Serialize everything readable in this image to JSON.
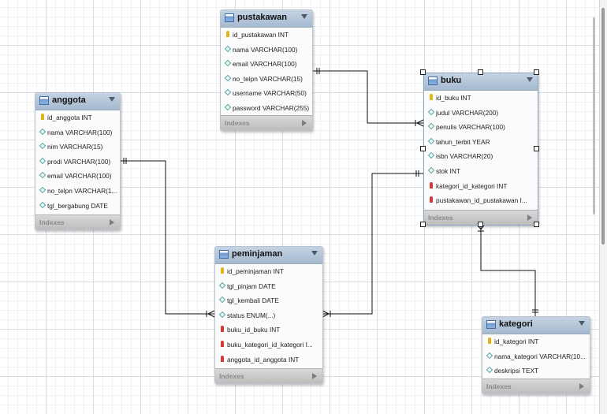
{
  "tables": {
    "pustakawan": {
      "name": "pustakawan",
      "columns": [
        {
          "kind": "pk",
          "text": "id_pustakawan INT"
        },
        {
          "kind": "attr",
          "text": "nama VARCHAR(100)"
        },
        {
          "kind": "attr",
          "text": "email VARCHAR(100)"
        },
        {
          "kind": "attr",
          "text": "no_telpn VARCHAR(15)"
        },
        {
          "kind": "attr",
          "text": "username VARCHAR(50)"
        },
        {
          "kind": "attr",
          "text": "password VARCHAR(255)"
        }
      ],
      "footer": "Indexes"
    },
    "anggota": {
      "name": "anggota",
      "columns": [
        {
          "kind": "pk",
          "text": "id_anggota INT"
        },
        {
          "kind": "attr",
          "text": "nama VARCHAR(100)"
        },
        {
          "kind": "attr",
          "text": "nim VARCHAR(15)"
        },
        {
          "kind": "attr",
          "text": "prodi VARCHAR(100)"
        },
        {
          "kind": "attr",
          "text": "email VARCHAR(100)"
        },
        {
          "kind": "attr",
          "text": "no_telpn VARCHAR(1..."
        },
        {
          "kind": "attr",
          "text": "tgl_bergabung DATE"
        }
      ],
      "footer": "Indexes"
    },
    "buku": {
      "name": "buku",
      "columns": [
        {
          "kind": "pk",
          "text": "id_buku INT"
        },
        {
          "kind": "attr",
          "text": "judul VARCHAR(200)"
        },
        {
          "kind": "attr",
          "text": "penulis VARCHAR(100)"
        },
        {
          "kind": "attr",
          "text": "tahun_terbit YEAR"
        },
        {
          "kind": "attr",
          "text": "isbn VARCHAR(20)"
        },
        {
          "kind": "attr",
          "text": "stok INT"
        },
        {
          "kind": "fk",
          "text": "kategori_id_kategori INT"
        },
        {
          "kind": "fk",
          "text": "pustakawan_id_pustakawan I..."
        }
      ],
      "footer": "Indexes"
    },
    "peminjaman": {
      "name": "peminjaman",
      "columns": [
        {
          "kind": "pk",
          "text": "id_peminjaman INT"
        },
        {
          "kind": "attr",
          "text": "tgl_pinjam DATE"
        },
        {
          "kind": "attr",
          "text": "tgl_kembali DATE"
        },
        {
          "kind": "attr",
          "text": "status ENUM(...)"
        },
        {
          "kind": "fk",
          "text": "buku_id_buku INT"
        },
        {
          "kind": "fk",
          "text": "buku_kategori_id_kategori I..."
        },
        {
          "kind": "fk",
          "text": "anggota_id_anggota INT"
        }
      ],
      "footer": "Indexes"
    },
    "kategori": {
      "name": "kategori",
      "columns": [
        {
          "kind": "pk",
          "text": "id_kategori INT"
        },
        {
          "kind": "attr",
          "text": "nama_kategori VARCHAR(10..."
        },
        {
          "kind": "attr",
          "text": "deskripsi TEXT"
        }
      ],
      "footer": "Indexes"
    }
  },
  "relationships": [
    {
      "from": "pustakawan",
      "to": "buku",
      "type": "one-to-many"
    },
    {
      "from": "anggota",
      "to": "peminjaman",
      "type": "one-to-many"
    },
    {
      "from": "buku",
      "to": "peminjaman",
      "type": "one-to-many"
    },
    {
      "from": "kategori",
      "to": "buku",
      "type": "one-to-many"
    }
  ],
  "colors": {
    "header": "#b4c6da",
    "line": "#111111",
    "pk_key": "#e0b514",
    "fk_key": "#d43838"
  }
}
